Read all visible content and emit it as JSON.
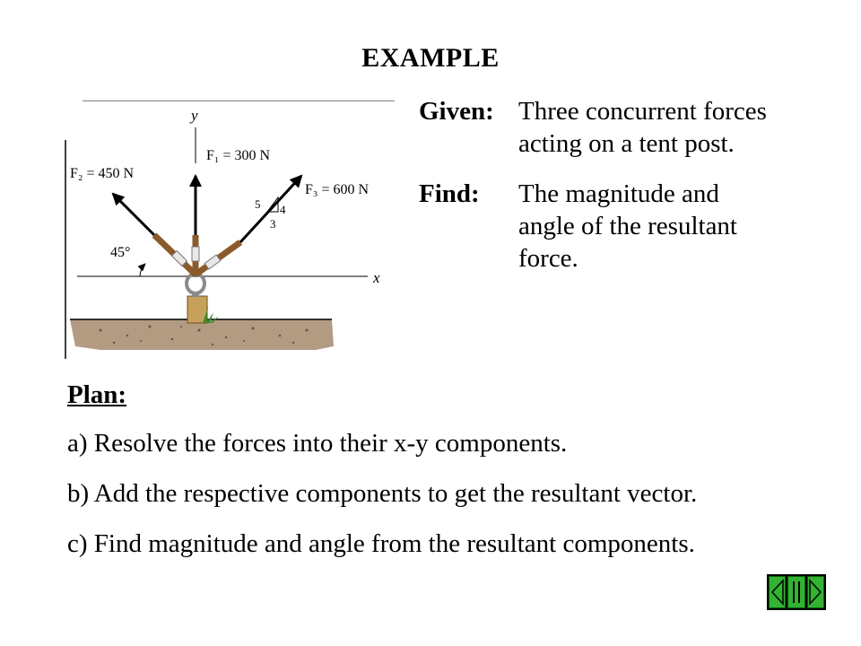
{
  "slide": {
    "title": "EXAMPLE"
  },
  "figure": {
    "y_axis": "y",
    "x_axis": "x",
    "f1_label": "F₁ = 300 N",
    "f2_label": "F₂ = 450 N",
    "f3_label": "F₃ = 600 N",
    "angle_label": "45°",
    "triangle_hyp": "5",
    "triangle_opp": "4",
    "triangle_adj": "3"
  },
  "given": {
    "label": "Given:",
    "lines": [
      "Three concurrent forces",
      "acting on a tent post."
    ]
  },
  "find": {
    "label": "Find:",
    "lines": [
      "The magnitude and",
      "angle of the resultant",
      "force."
    ]
  },
  "plan": {
    "title": "Plan:",
    "steps": [
      "a) Resolve the forces into their x-y components.",
      "b) Add the respective components to get the resultant vector.",
      "c) Find magnitude and angle from the resultant components."
    ]
  },
  "nav": {
    "buttons": [
      "prev",
      "index",
      "next"
    ],
    "color": "#33b233"
  }
}
